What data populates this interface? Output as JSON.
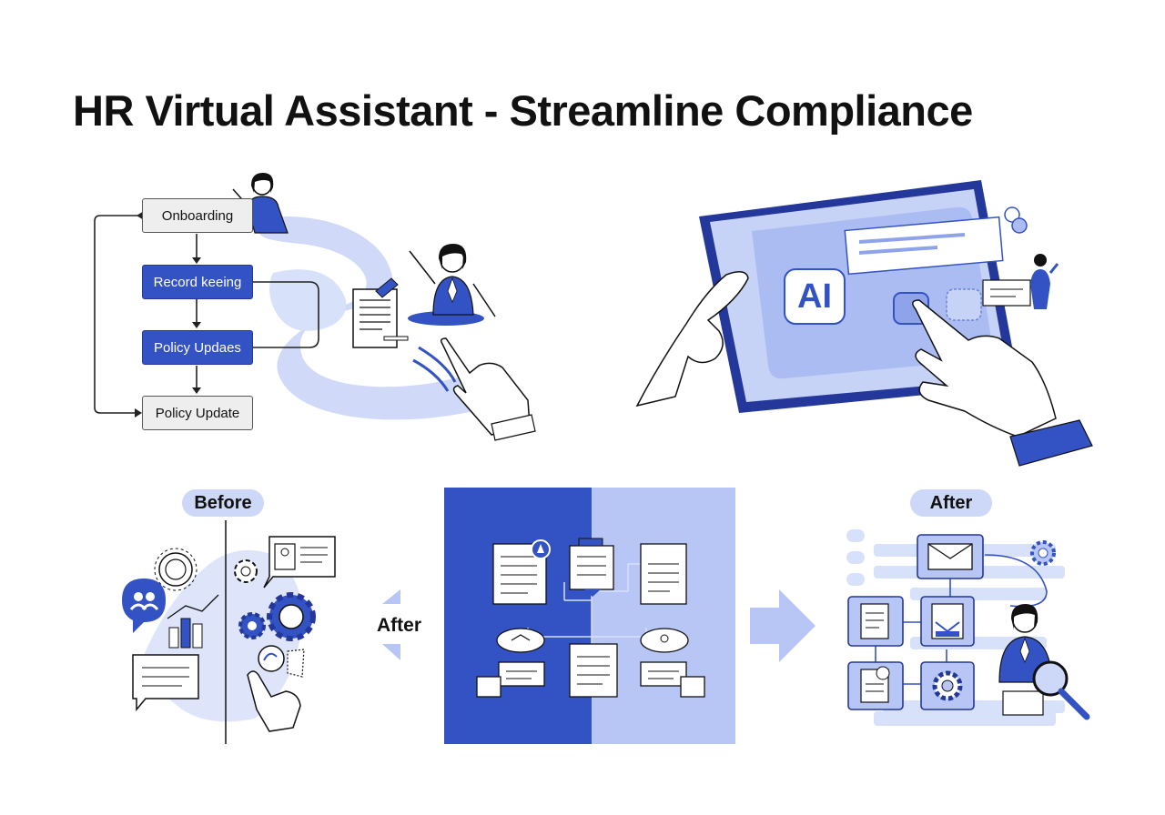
{
  "title": "HR Virtual Assistant - Streamline Compliance",
  "workflow": {
    "steps": [
      "Onboarding",
      "Record keeing",
      "Policy Updaes",
      "Policy Update"
    ]
  },
  "tablet": {
    "logo_text": "AI"
  },
  "comparison": {
    "before_label": "Before",
    "middle_label": "After",
    "after_label": "After"
  },
  "colors": {
    "accent": "#3352c4",
    "accent_dark": "#24379a",
    "accent_light": "#cdd7f7",
    "panel_light": "#b7c6f4"
  }
}
